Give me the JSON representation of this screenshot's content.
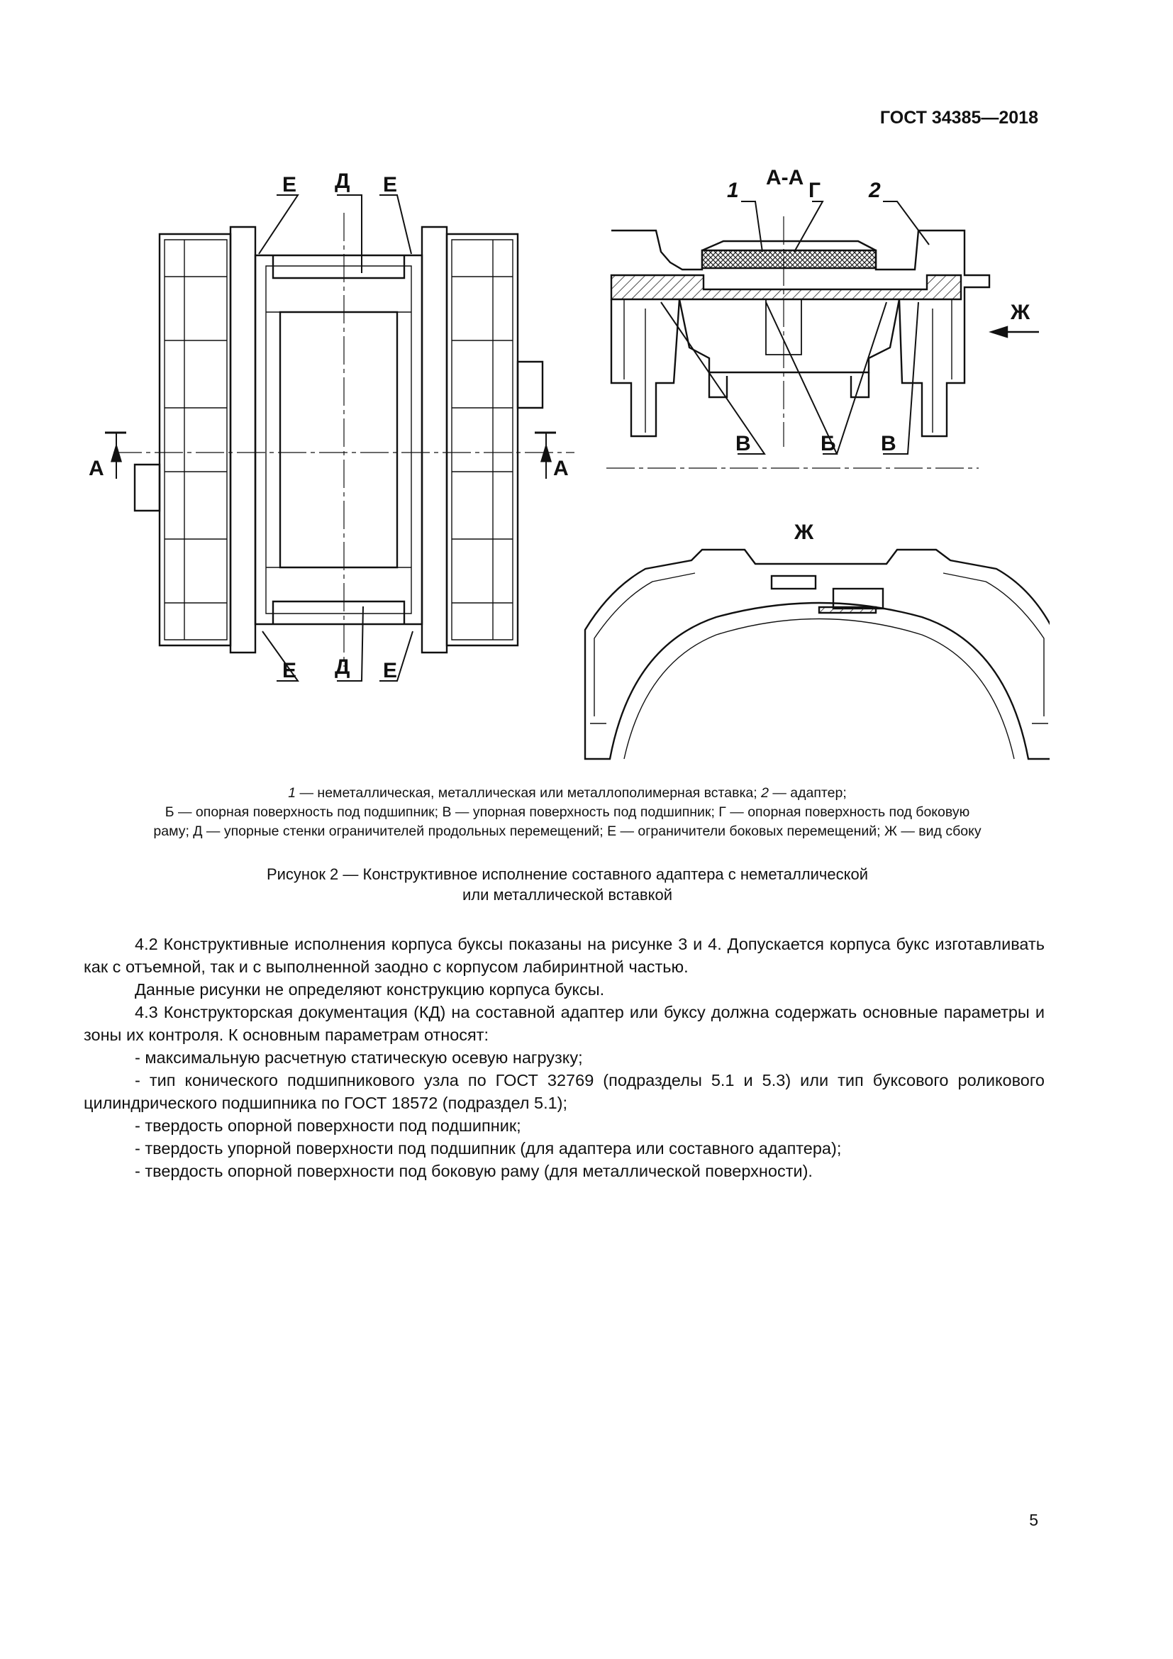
{
  "header": {
    "doc_id": "ГОСТ 34385—2018"
  },
  "figure": {
    "labels": {
      "e": "Е",
      "d": "Д",
      "a": "А",
      "section": "А-А",
      "n1": "1",
      "n2": "2",
      "g": "Г",
      "zh": "Ж",
      "v": "В",
      "b": "Б"
    }
  },
  "caption": {
    "line1_n1": "1",
    "line1_a": " — неметаллическая, металлическая или металлополимерная вставка; ",
    "line1_n2": "2",
    "line1_b": " — адаптер;",
    "line2": "Б — опорная поверхность под подшипник; В — упорная поверхность под подшипник; Г — опорная поверхность под боковую",
    "line3": "раму; Д — упорные стенки ограничителей продольных перемещений; Е — ограничители боковых перемещений; Ж — вид сбоку"
  },
  "figure_title": {
    "line1": "Рисунок 2 — Конструктивное исполнение составного адаптера с неметаллической",
    "line2": "или металлической вставкой"
  },
  "body": {
    "p1": "4.2 Конструктивные исполнения корпуса буксы показаны на рисунке 3 и 4. Допускается корпуса букс изготавливать как с отъемной, так и с выполненной заодно с корпусом лабиринтной частью.",
    "p2": "Данные рисунки не определяют конструкцию корпуса буксы.",
    "p3": "4.3 Конструкторская документация (КД) на составной адаптер или буксу должна содержать основные параметры и зоны их контроля. К основным параметрам относят:",
    "li1": "- максимальную расчетную статическую осевую нагрузку;",
    "li2": "- тип конического подшипникового узла по ГОСТ 32769 (подразделы 5.1 и 5.3) или тип буксового роликового цилиндрического подшипника по ГОСТ 18572 (подраздел 5.1);",
    "li3": "- твердость опорной поверхности под подшипник;",
    "li4": "- твердость упорной поверхности под подшипник (для адаптера или составного адаптера);",
    "li5": "- твердость опорной поверхности под боковую раму (для металлической поверхности)."
  },
  "page_number": "5"
}
